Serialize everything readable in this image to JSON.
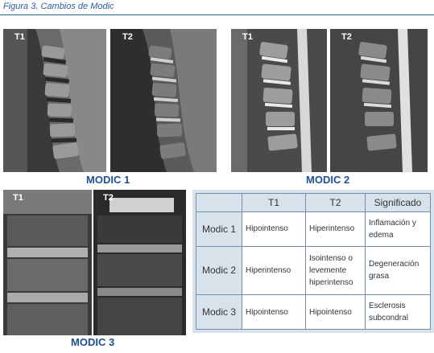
{
  "figure_title": "Figura 3. Cambios de Modic",
  "panels": [
    {
      "caption": "MODIC 1",
      "left_label": "T1",
      "right_label": "T2"
    },
    {
      "caption": "MODIC 2",
      "left_label": "T1",
      "right_label": "T2"
    },
    {
      "caption": "MODIC 3",
      "left_label": "T1",
      "right_label": "T2"
    }
  ],
  "table": {
    "headers": [
      "",
      "T1",
      "T2",
      "Significado"
    ],
    "rows": [
      {
        "label": "Modic 1",
        "t1": "Hipointenso",
        "t2": "Hiperintenso",
        "meaning": "Inflamación y edema"
      },
      {
        "label": "Modic 2",
        "t1": "Hiperintenso",
        "t2": "Isointenso o levemente hiperintenso",
        "meaning": "Degeneración grasa"
      },
      {
        "label": "Modic 3",
        "t1": "Hipointenso",
        "t2": "Hipointenso",
        "meaning": "Esclerosis subcondral"
      }
    ]
  },
  "colors": {
    "accent": "#1f4f95",
    "table_header_bg": "#d8e2ea",
    "table_border": "#6e8fb0"
  }
}
